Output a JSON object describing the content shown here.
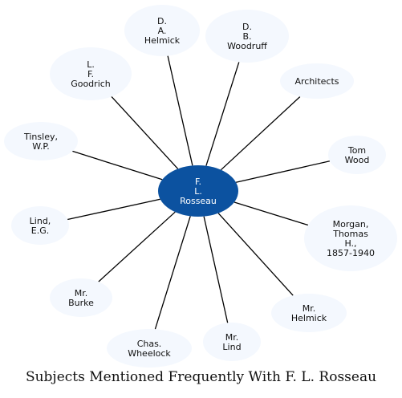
{
  "caption": "Subjects Mentioned Frequently With F. L. Rosseau",
  "center": {
    "lines": [
      "F.",
      "L.",
      "Rosseau"
    ]
  },
  "nodes": [
    {
      "id": "helmick-da",
      "lines": [
        "D.",
        "A.",
        "Helmick"
      ]
    },
    {
      "id": "woodruff-db",
      "lines": [
        "D.",
        "B.",
        "Woodruff"
      ]
    },
    {
      "id": "goodrich-lf",
      "lines": [
        "L.",
        "F.",
        "Goodrich"
      ]
    },
    {
      "id": "architects",
      "lines": [
        "Architects"
      ]
    },
    {
      "id": "tinsley-wp",
      "lines": [
        "Tinsley,",
        "W.P."
      ]
    },
    {
      "id": "tom-wood",
      "lines": [
        "Tom",
        "Wood"
      ]
    },
    {
      "id": "lind-eg",
      "lines": [
        "Lind,",
        "E.G."
      ]
    },
    {
      "id": "morgan-thomas",
      "lines": [
        "Morgan,",
        "Thomas",
        "H.,",
        "1857-1940"
      ]
    },
    {
      "id": "mr-burke",
      "lines": [
        "Mr.",
        "Burke"
      ]
    },
    {
      "id": "mr-helmick",
      "lines": [
        "Mr.",
        "Helmick"
      ]
    },
    {
      "id": "chas-wheelock",
      "lines": [
        "Chas.",
        "Wheelock"
      ]
    },
    {
      "id": "mr-lind",
      "lines": [
        "Mr.",
        "Lind"
      ]
    }
  ],
  "colors": {
    "center_fill": "#0c52a0",
    "node_fill": "#f4f8fe",
    "edge": "#000000"
  }
}
